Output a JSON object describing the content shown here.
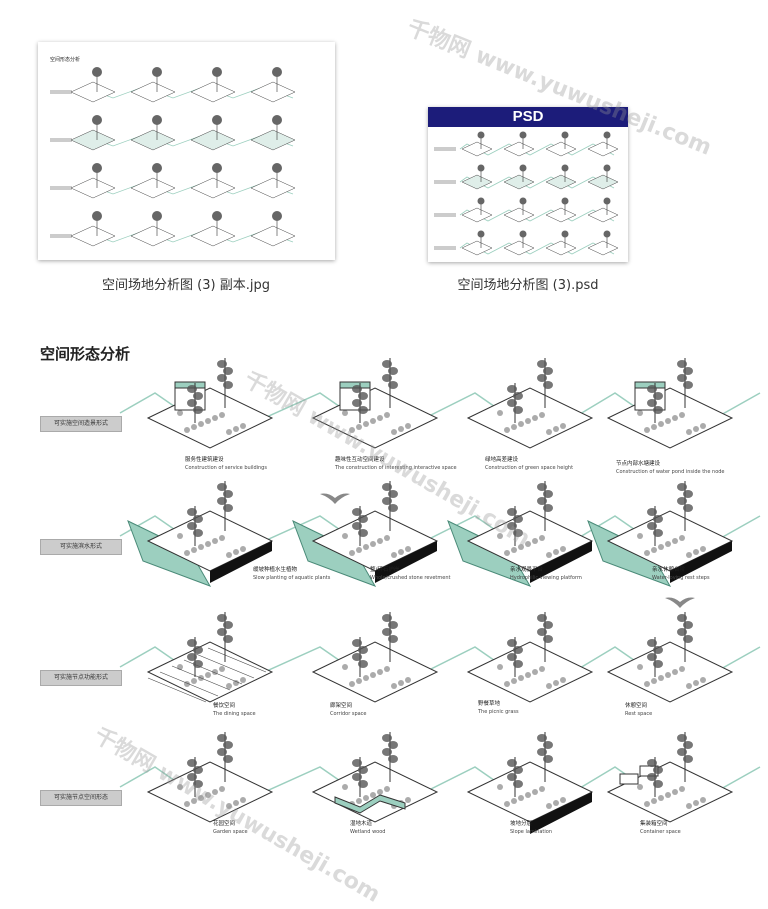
{
  "files": [
    {
      "name": "空间场地分析图 (3) 副本.jpg",
      "type": "jpg"
    },
    {
      "name": "空间场地分析图 (3).psd",
      "type": "psd",
      "badge": "PSD"
    }
  ],
  "thumb_title": "空间形态分析",
  "watermark": {
    "brand": "千物网",
    "url": "www.yuwusheji.com"
  },
  "main": {
    "title": "空间形态分析",
    "accent": "#9ccfbf",
    "rows": [
      {
        "label": "可实施空间造景形式",
        "panels": [
          {
            "cn": "服务性建筑建设",
            "en": "Construction of service buildings"
          },
          {
            "cn": "趣味性互动空间建设",
            "en": "The construction of interesting interactive space"
          },
          {
            "cn": "绿地高差建设",
            "en": "Construction of green space height"
          },
          {
            "cn": "节点内部水塘建设",
            "en": "Construction of water pond inside the node"
          }
        ]
      },
      {
        "label": "可实施滨水形式",
        "panels": [
          {
            "cn": "缓坡种植水生植物",
            "en": "Slow planting of aquatic plants"
          },
          {
            "cn": "整/碎石护岸",
            "en": "Whole/crushed stone revetment"
          },
          {
            "cn": "亲水观景平台",
            "en": "Hydrophilic viewing platform"
          },
          {
            "cn": "亲水休憩台阶",
            "en": "Water-loving rest steps"
          }
        ]
      },
      {
        "label": "可实施节点功能形式",
        "panels": [
          {
            "cn": "餐饮空间",
            "en": "The dining space"
          },
          {
            "cn": "廊架空间",
            "en": "Corridor space"
          },
          {
            "cn": "野餐草地",
            "en": "The picnic grass"
          },
          {
            "cn": "休憩空间",
            "en": "Rest space"
          }
        ]
      },
      {
        "label": "可实施节点空间形态",
        "panels": [
          {
            "cn": "花园空间",
            "en": "Garden space"
          },
          {
            "cn": "湿地木道",
            "en": "Wetland wood"
          },
          {
            "cn": "坡地分层",
            "en": "Slope lamination"
          },
          {
            "cn": "集装箱空间",
            "en": "Container space"
          }
        ]
      }
    ]
  }
}
